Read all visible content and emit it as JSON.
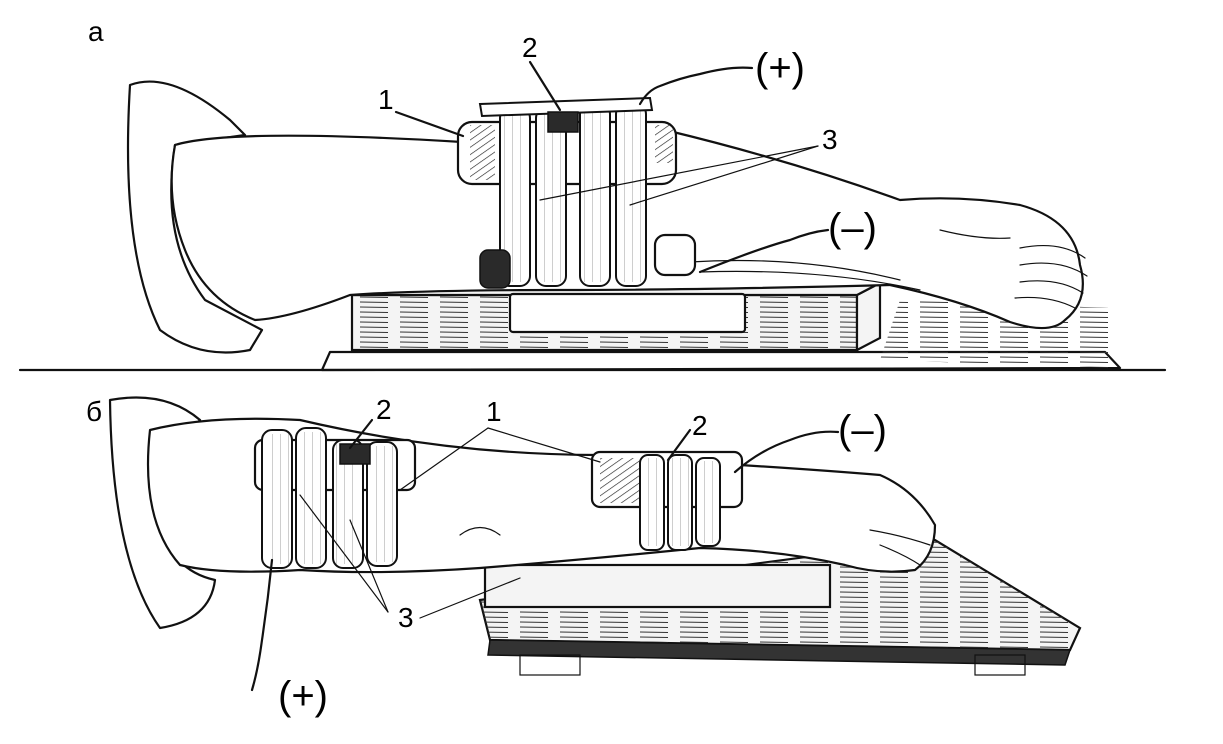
{
  "figure": {
    "panels": [
      {
        "letter": "а",
        "labels": {
          "pad": "1",
          "electrode": "2",
          "straps": "3",
          "anode": "(+)",
          "cathode": "(–)"
        }
      },
      {
        "letter": "б",
        "labels": {
          "electrode": "2",
          "pads": "1",
          "electrode_forearm": "2",
          "straps": "3",
          "anode": "(+)",
          "cathode": "(–)"
        }
      }
    ]
  }
}
